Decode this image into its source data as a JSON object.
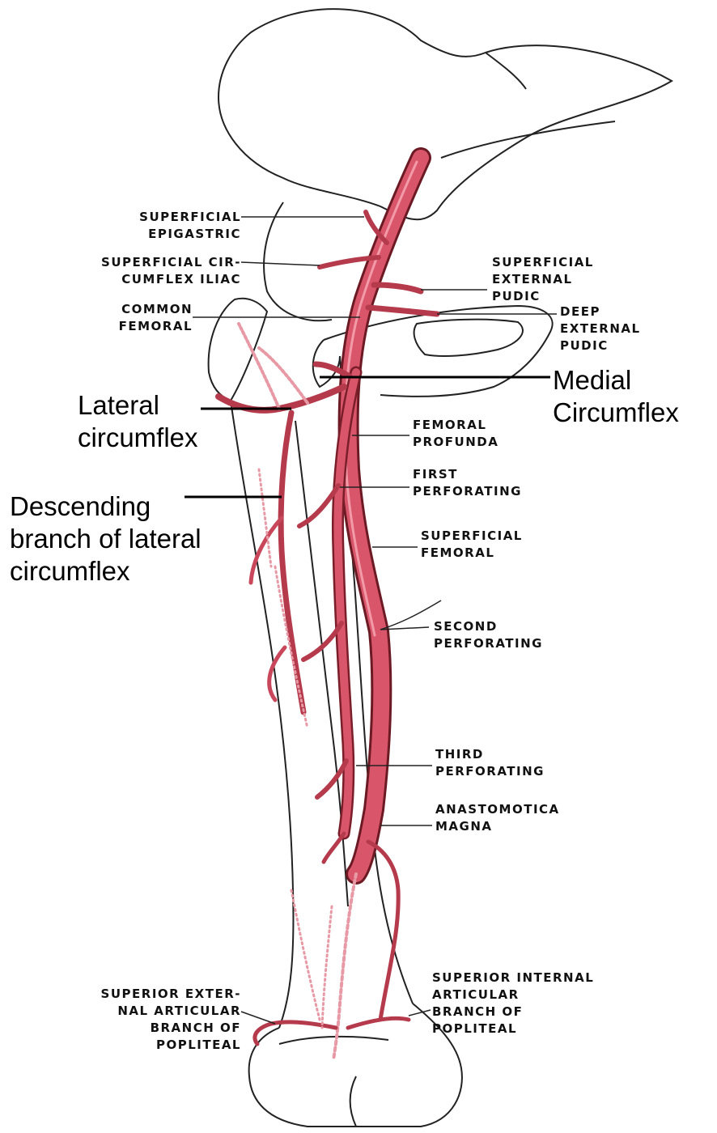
{
  "colors": {
    "artery": "#d9556a",
    "artery_dark": "#8a1e2e",
    "bone_outline": "#222222",
    "label_text": "#111111",
    "background": "#ffffff"
  },
  "labels": {
    "superficial_epigastric": "SUPERFICIAL\nEPIGASTRIC",
    "superficial_circumflex_iliac": "SUPERFICIAL CIR-\nCUMFLEX ILIAC",
    "common_femoral": "COMMON\nFEMORAL",
    "superficial_external_pudic": "SUPERFICIAL\nEXTERNAL\nPUDIC",
    "deep_external_pudic": "DEEP\nEXTERNAL\nPUDIC",
    "femoral_profunda": "FEMORAL\nPROFUNDA",
    "first_perforating": "FIRST\nPERFORATING",
    "superficial_femoral": "SUPERFICIAL\nFEMORAL",
    "second_perforating": "SECOND\nPERFORATING",
    "third_perforating": "THIRD\nPERFORATING",
    "anastomotica_magna": "ANASTOMOTICA\nMAGNA",
    "superior_external_articular": "SUPERIOR EXTER-\nNAL ARTICULAR\nBRANCH OF\nPOPLITEAL",
    "superior_internal_articular": "SUPERIOR INTERNAL\nARTICULAR\nBRANCH OF\nPOPLITEAL"
  },
  "annotations": {
    "medial_circumflex": "Medial\nCircumflex",
    "lateral_circumflex": "Lateral\ncircumflex",
    "descending_branch": "Descending\nbranch of lateral\ncircumflex"
  }
}
